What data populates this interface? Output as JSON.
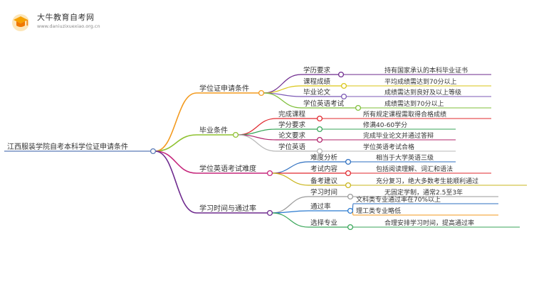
{
  "logo": {
    "brand": "大牛教育自考网",
    "url": "www.daniuzixuexiao.org.cn"
  },
  "root": "江西服装学院自考本科学位证申请条件",
  "branches": [
    {
      "label": "学位证申请条件",
      "color": "#f39a1e",
      "children": [
        {
          "label": "学历要求",
          "leaf": "持有国家承认的本科毕业证书",
          "color": "#6e2a8e"
        },
        {
          "label": "课程成绩",
          "leaf": "平均成绩需达到70分以上",
          "color": "#d9c515"
        },
        {
          "label": "毕业论文",
          "leaf": "成绩需达到良好及以上等级",
          "color": "#7b58b4"
        },
        {
          "label": "学位英语考试",
          "leaf": "成绩需达到70分以上",
          "color": "#7fbf3a"
        }
      ]
    },
    {
      "label": "毕业条件",
      "color": "#8fc231",
      "children": [
        {
          "label": "完成课程",
          "leaf": "所有规定课程需取得合格成绩",
          "color": "#e0282e"
        },
        {
          "label": "学分要求",
          "leaf": "修满40-60学分",
          "color": "#3aa65a"
        },
        {
          "label": "论文要求",
          "leaf": "完成毕业论文并通过答辩",
          "color": "#b0246b"
        },
        {
          "label": "学位英语",
          "leaf": "学位英语考试合格",
          "color": "#b8b8b8"
        }
      ]
    },
    {
      "label": "学位英语考试难度",
      "color": "#c6277c",
      "children": [
        {
          "label": "难度分析",
          "leaf": "相当于大学英语三级",
          "color": "#2e6fc0"
        },
        {
          "label": "考试内容",
          "leaf": "包括阅读理解、词汇和语法",
          "color": "#e0282e"
        },
        {
          "label": "备考建议",
          "leaf": "充分复习，绝大多数考生能顺利通过",
          "color": "#c9b51c"
        }
      ]
    },
    {
      "label": "学习时间与通过率",
      "color": "#6e2a8e",
      "children": [
        {
          "label": "学习时间",
          "leaf": "无固定学制，通常2.5至3年",
          "color": "#9a9a9a"
        },
        {
          "label": "通过率",
          "leaves": [
            "文科类专业通过率在70%以上",
            "理工类专业略低"
          ],
          "leaf_colors": [
            "#2e6fc0",
            "#f39a1e"
          ],
          "color": "#2a7ad0"
        },
        {
          "label": "选择专业",
          "leaf": "合理安排学习时间，提高通过率",
          "color": "#3aa65a"
        }
      ]
    }
  ]
}
